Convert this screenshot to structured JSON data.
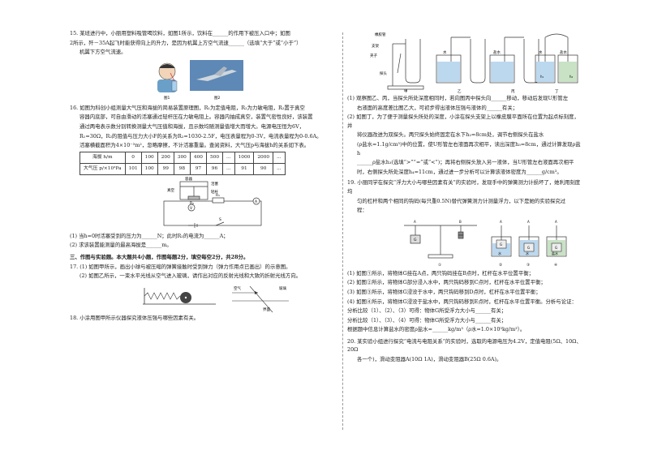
{
  "left": {
    "q15": [
      "15.  某班进行中，小丽用塑料吸管喝饮料，如图1所示，饮料在______的作用下被压入口中；如图",
      "2所示，歼－35A起飞时能获得向上的升力，是因为机翼上方空气流速______（选填“大于”或“小于”）",
      "机翼下方空气流速。"
    ],
    "q15_fig_labels": [
      "图1",
      "图2"
    ],
    "q16": [
      "16.  如图为科创小组测量大气压和海拔的简易装置原理图，R₁为定值电阻，R₂为力敏电阻，R₂置于真空",
      "容器内底部，可自由滑动的活塞通过轻杆压在力敏电阻上。容器内抽成真空，装置气密性良好，该装置",
      "通过两电表示数分别转换测量大气压值和海拔，且示数均随测量值增大而增大。电源电压恒为6V，",
      "R₁=30Ω，R₂的阻值与压力大小F的关系为R₂=1030-2.5F，电压表量程为0-3V，电流表量程为0-0.6A。",
      "活塞横截面积为4×10⁻³m²，忽略摩擦，不计活塞重量。查阅资料，大气压p与海拔h的关系如下表。"
    ],
    "table": {
      "row1": [
        "海拔 h/m",
        "0",
        "100",
        "200",
        "300",
        "400",
        "500",
        "...",
        "1000",
        "2000",
        "..."
      ],
      "row2": [
        "大气压 p/×10³Pa",
        "101",
        "100",
        "99",
        "98",
        "97",
        "96",
        "...",
        "91",
        "90",
        "..."
      ]
    },
    "circuit_labels": [
      "容器",
      "活塞",
      "真空",
      "轻杆",
      "R₂",
      "R₁",
      "S"
    ],
    "q16_answers": [
      "(1) 当h=0时活塞受到的压力为______N；此时R₂的电流为______A；",
      "(2) 求该装置能测量的最高海拔是______m。"
    ],
    "section3": "三、作图与实验题。本大题共4小题，作图每题2分，填空每空2分，共28分。",
    "q17": [
      "17.  (1) 如图甲所示，画出小球与被压缩的弹簧接触时受到弹力（弹力作用点已画出）的示意图。",
      "(2) 如图乙所示，一束水平光线从空气进入玻璃，请作出对应的反射光线和大致的折射光线方向。"
    ],
    "q17_fig_labels": [
      "空气",
      "玻璃",
      "界面"
    ],
    "q18": "18.  小涂用图甲所示仪器探究液体压强与哪些因素有关。"
  },
  "right": {
    "fig_labels": [
      "甲",
      "乙",
      "丙",
      "丁",
      "橡胶管",
      "支架",
      "夹子",
      "探头",
      "水",
      "盐水",
      "h₁",
      "h₂"
    ],
    "q18_1": [
      "(1) 观察图乙、丙，当探头所处深度相同时，若向图丙中探头向______移动，移动后发现U形管左",
      "右液面的高度差比图乙大，可初步得出液体压强与液体的______有关；"
    ],
    "q18_2": [
      "(2) 如图丁，为了便于测量探头所处的深度，小涂在探头支架上以橡皮膜平面所在位置为起点标刻度，并",
      "将仪器改进为双探头。两只探头始终固定在水下h₂=8cm处，调节右侧探头在盐水",
      "(ρ盐水=1.1g/cm³)中的位置，使U形管左右液面再次相平，读出深度h₃=8cm，通过计算发现ρ盐h",
      "______ρ盐水h₃(选填“>”“=”或“<”)；再将右侧探头放入另一液体，当U形管左右液面再次相平",
      "时，右侧探头所处深度h₄=11cm，通过进一步分析可以计算该液体密度为______g/cm³。"
    ],
    "q19": [
      "19.  小丽同学在探究“浮力大小与哪些因素有关”的实验时，发现手中的弹簧测力计损坏了，她利用刻度均",
      "匀的杠杆和两个相同的钩码(每只重0.5N)替代弹簧测力计测量浮力，以下是她的实验探究过",
      "程："
    ],
    "q19_fig_labels": [
      "①",
      "②",
      "③",
      "④",
      "G",
      "A",
      "B",
      "C",
      "D",
      "E",
      "水",
      "盐水"
    ],
    "q19_steps": [
      "(1) 如图①所示，将物体G挂在A点，两只钩码挂在B点时，杠杆在水平位置平衡；",
      "(2) 如图②所示，将物体G部分浸入水中，两只钩码移到C点时，杠杆在水平位置平衡；",
      "(3) 如图③所示，将物体G浸没于水中，两只钩码移到D点时，杠杆在水平位置平衡；",
      "(4) 如图④所示，将物体G浸没于盐水中，两只钩码移到E点时，杠杆在水平位置平衡。分析与论证：",
      "分析比较（1）、（2）、（3）可得：物体G所受浮力大小与______有关；",
      "分析比较（1）、（3）、（4）可得：物体G所受浮力大小与______有关；",
      "根据题中信息计算盐水的密度ρ盐水=______kg/m³（ρ水=1.0×10³kg/m³）。"
    ],
    "q20": [
      "20.  某实验小组进行探究“电流与电阻关系”的实验时，选取的电源电压为4.2V，定值电阻(5Ω、10Ω、20Ω",
      "各一个)，滑动变阻器A(10Ω 1A)，滑动变阻器B(25Ω 0.6A)。"
    ]
  }
}
